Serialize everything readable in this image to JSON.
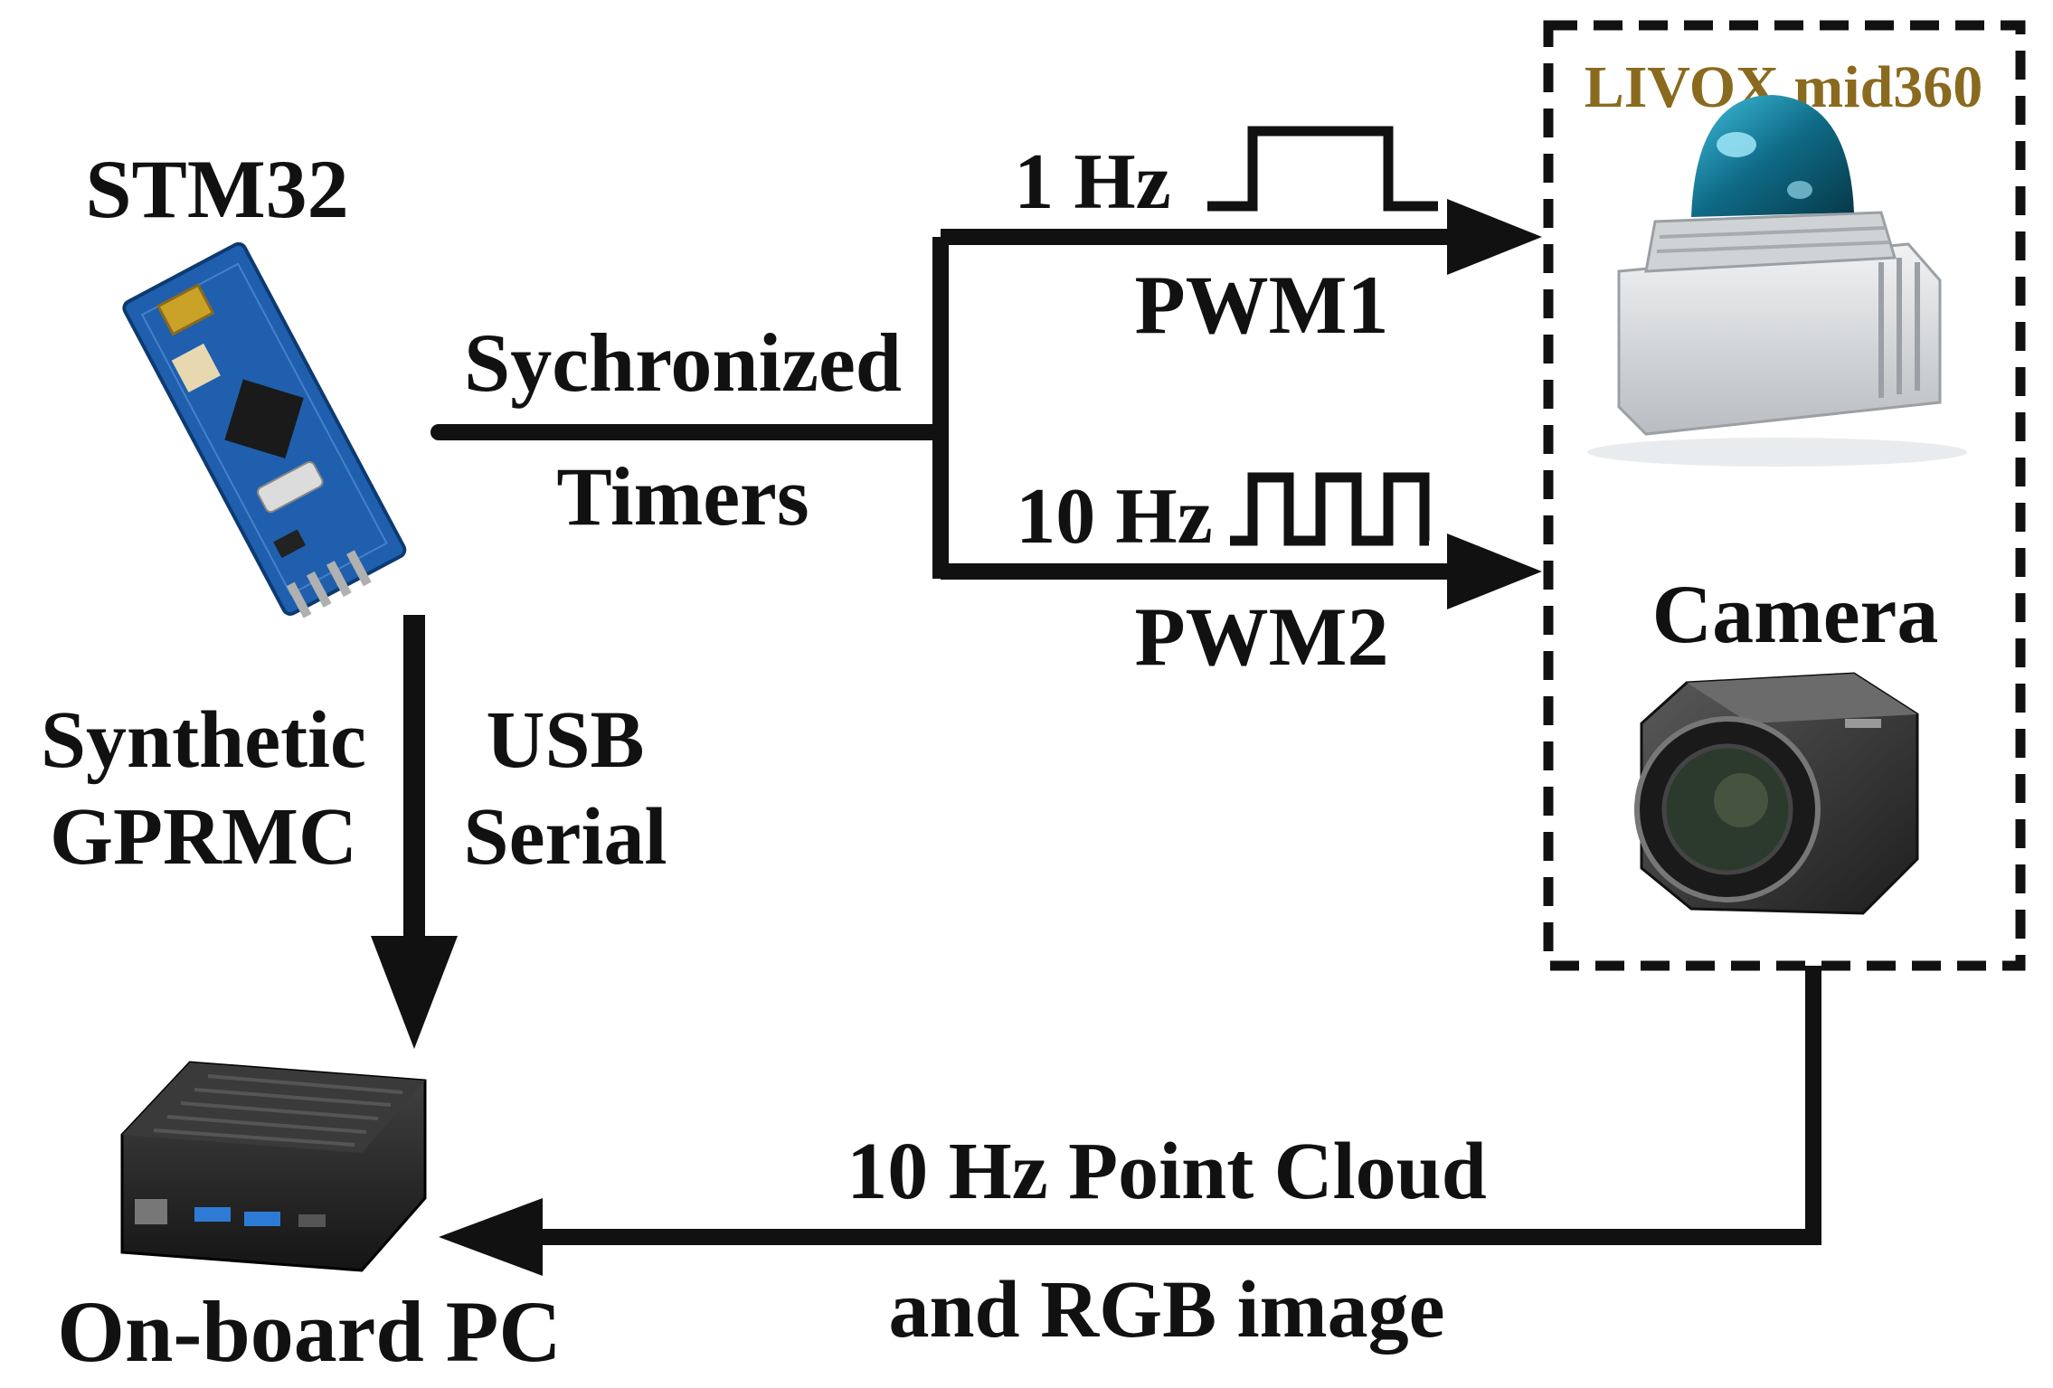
{
  "labels": {
    "stm32": "STM32",
    "livox": "LIVOX mid360",
    "camera": "Camera",
    "onboard_pc": "On-board PC",
    "sync_line1": "Sychronized",
    "sync_line2": "Timers",
    "hz1": "1 Hz",
    "pwm1": "PWM1",
    "hz10": "10 Hz",
    "pwm2": "PWM2",
    "synthetic_line1": "Synthetic",
    "synthetic_line2": "GPRMC",
    "usb_line1": "USB",
    "usb_line2": "Serial",
    "output_line1": "10 Hz Point Cloud",
    "output_line2": "and RGB image"
  },
  "colors": {
    "ink": "#111111",
    "livox_label": "#8a6a1e",
    "board_blue": "#1f5fae",
    "lidar_dome": "#0f6a86",
    "lidar_body": "#d9dcdf",
    "camera_body": "#3a3a3a",
    "pc_body": "#2a2a2a",
    "usb_blue": "#2e7bd6"
  }
}
